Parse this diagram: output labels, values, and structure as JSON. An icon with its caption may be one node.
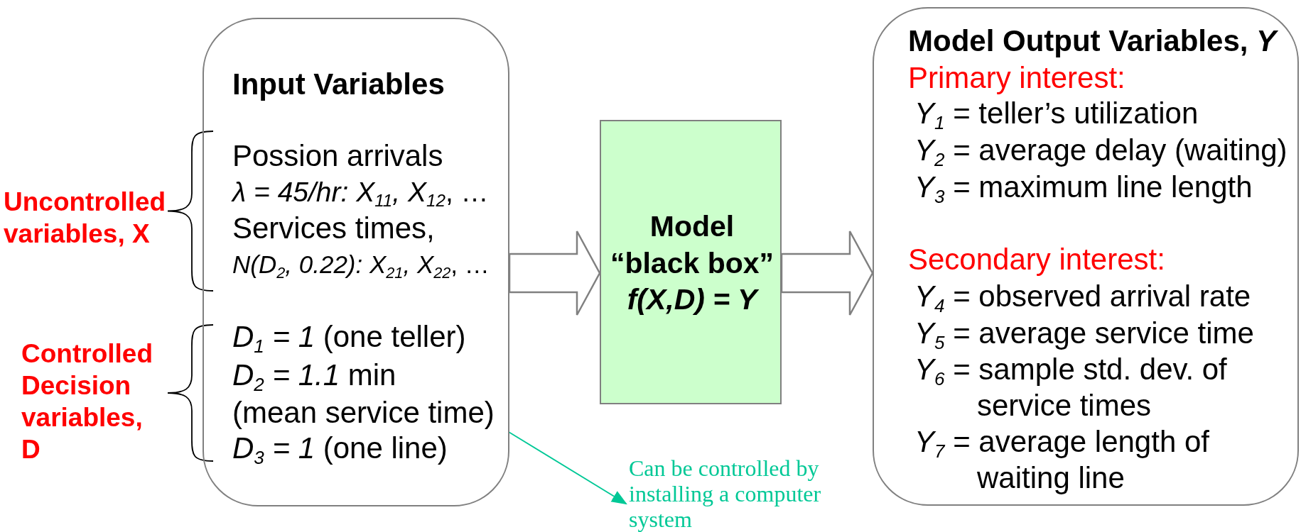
{
  "diagram": {
    "nodes": [
      {
        "text": [
          "Input Variables",
          "Possion arrivals",
          "*λ = 45/hr: X*$_{11}$*, X*$_{12}$, …",
          "Services times,",
          "*N(D*$_{2}$*, 0.22): X*$_{21}$*, X*$_{22}$, …",
          "*D*$_{1}$ *= 1* (one teller)",
          "*D*$_{2}$ *= 1.1* min",
          "(mean service time)",
          "*D*$_{3}$ *= 1* (one line)"
        ]
      },
      {
        "text": [
          "Model",
          "“black box”",
          "f(X,D) = Y"
        ]
      },
      {
        "text": [
          "Model Output Variables, *Y*",
          "Primary interest:",
          "*Y*$_{1}$ = teller’s utilization",
          "*Y*$_{2}$ = average delay (waiting)",
          "*Y*$_{3}$ = maximum line length",
          "Secondary interest:",
          "*Y*$_{4}$ = observed arrival rate",
          "*Y*$_{5}$ = average service time",
          "*Y*$_{6}$ = sample std. dev. of service times",
          "*Y*$_{7}$ = average length of waiting line"
        ]
      },
      {
        "text": [
          "Can be controlled by installing a computer system"
        ]
      }
    ],
    "edges": [
      {
        "from": 0,
        "to": 1,
        "arrow": "to"
      },
      {
        "from": 1,
        "to": 2,
        "arrow": "to"
      },
      {
        "from": 0,
        "to": 3,
        "arrow": "to",
        "color": "#00c896"
      }
    ],
    "labels": [
      "Uncontrolled variables, X",
      "Controlled Decision variables, D"
    ]
  }
}
